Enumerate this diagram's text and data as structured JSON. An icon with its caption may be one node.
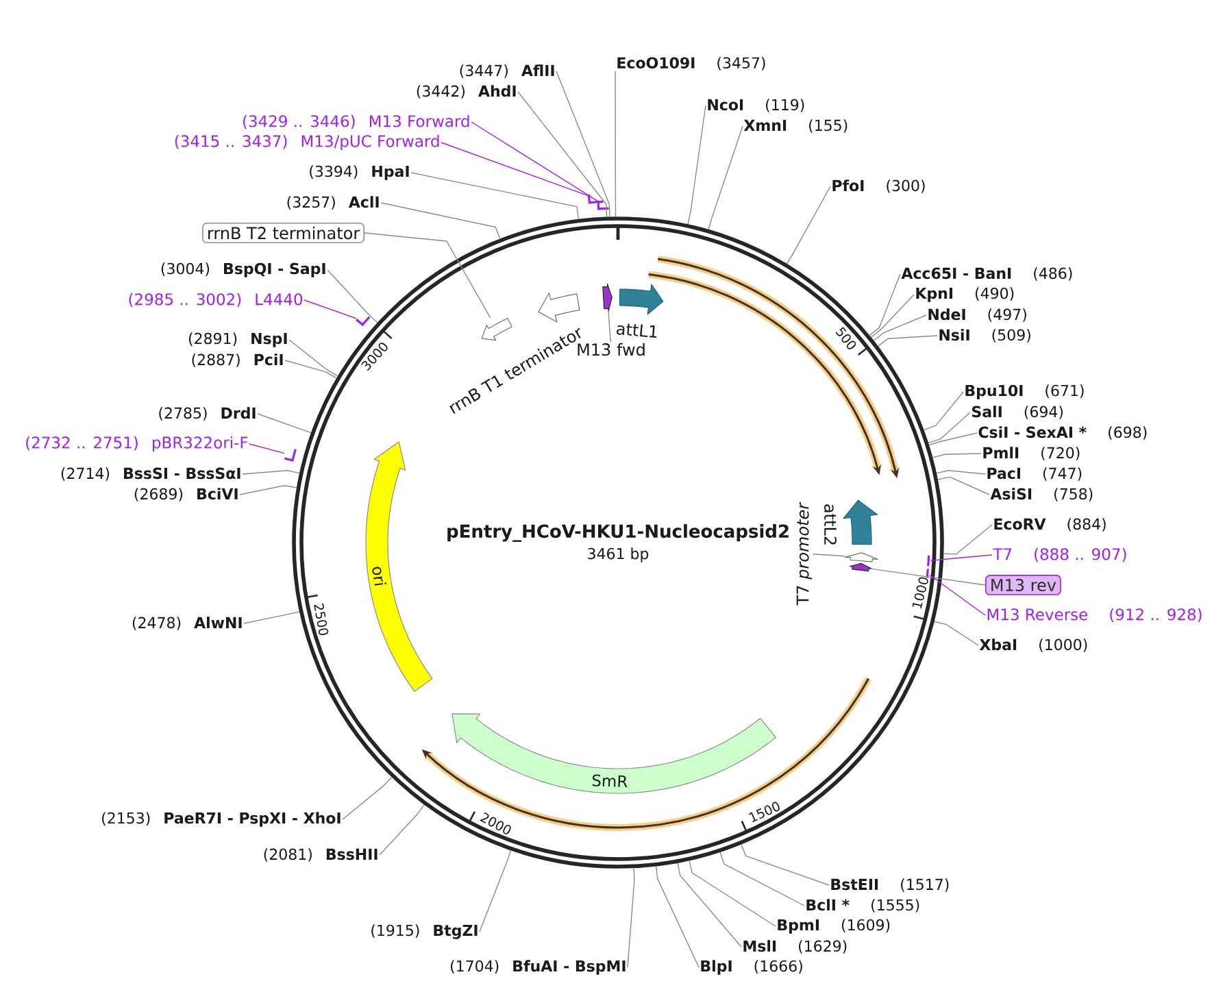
{
  "diagram": {
    "nodes": [
      {
        "text": [
          "pEntry_HCoV-HKU1-Nucleocapsid2",
          "3461 bp"
        ]
      },
      {
        "text": [],
        "shape": "arrow",
        "in": 0
      },
      {
        "text": [
          "attL1"
        ],
        "in": 0
      },
      {
        "text": [
          "rrnB T1 terminator"
        ],
        "in": 0
      },
      {
        "text": [],
        "shape": "arrow",
        "in": 0
      },
      {
        "text": [
          "M13 fwd"
        ],
        "in": 0
      },
      {
        "text": [
          "ori"
        ],
        "in": 0
      },
      {
        "text": [
          "attL2"
        ],
        "in": 0
      },
      {
        "text": [
          "T7 *promoter*"
        ],
        "in": 0
      },
      {
        "text": [],
        "shape": "arrow",
        "in": 0
      },
      {
        "text": [],
        "shape": "arrow",
        "in": 0
      },
      {
        "text": [
          "SmR"
        ],
        "in": 0
      },
      {
        "text": [
          "(3447)",
          "AflII"
        ]
      },
      {
        "text": [
          "EcoO109I",
          "(3457)"
        ]
      },
      {
        "text": [
          "(3442)",
          "AhdI"
        ]
      },
      {
        "text": [
          "NcoI",
          "(119)"
        ]
      },
      {
        "text": [
          "(3429 .. 3446)",
          "M13 Forward"
        ]
      },
      {
        "text": [
          "XmnI",
          "(155)"
        ]
      },
      {
        "text": [
          "(3415 .. 3437)",
          "M13/pUC Forward"
        ]
      },
      {
        "text": [
          "(3394)",
          "HpaI"
        ]
      },
      {
        "text": [
          "PfoI",
          "(300)"
        ]
      },
      {
        "text": [
          "(3257)",
          "AclI"
        ]
      },
      {
        "text": [
          "rrnB T2 terminator"
        ]
      },
      {
        "text": [
          "(3004)",
          "BspQI - SapI"
        ]
      },
      {
        "text": [
          "Acc65I - BanI",
          "(486)"
        ]
      },
      {
        "text": [
          "KpnI",
          "(490)"
        ]
      },
      {
        "text": [
          "(2985 .. 3002)",
          "L4440"
        ]
      },
      {
        "text": [
          "NdeI",
          "(497)"
        ]
      },
      {
        "text": [
          "NsiI",
          "(509)"
        ]
      },
      {
        "text": [
          "(2891)",
          "NspI"
        ]
      },
      {
        "text": [
          "(2887)",
          "PciI"
        ]
      },
      {
        "text": [
          "Bpu10I",
          "(671)"
        ]
      },
      {
        "text": [
          "SalI",
          "(694)"
        ]
      },
      {
        "text": [
          "(2785)",
          "DrdI"
        ]
      },
      {
        "text": [
          "CsiI - SexAI *",
          "(698)"
        ]
      },
      {
        "text": [
          "(2732 .. 2751)",
          "pBR322ori-F"
        ]
      },
      {
        "text": [
          "PmlI",
          "(720)"
        ]
      },
      {
        "text": [
          "(2714)",
          "BssSI - BssSαI"
        ]
      },
      {
        "text": [
          "PacI",
          "(747)"
        ]
      },
      {
        "text": [
          "(2689)",
          "BciVI"
        ]
      },
      {
        "text": [
          "AsiSI",
          "(758)"
        ]
      },
      {
        "text": [
          "EcoRV",
          "(884)"
        ]
      },
      {
        "text": [
          "T7",
          "(888 .. 907)"
        ]
      },
      {
        "text": [
          "M13 rev"
        ]
      },
      {
        "text": [
          "M13 Reverse",
          "(912 .. 928)"
        ]
      },
      {
        "text": [
          "(2478)",
          "AlwNI"
        ]
      },
      {
        "text": [
          "XbaI",
          "(1000)"
        ]
      },
      {
        "text": [
          "(2153)",
          "PaeR7I - PspXI - XhoI"
        ]
      },
      {
        "text": [
          "(2081)",
          "BssHII"
        ]
      },
      {
        "text": [
          "BstEII",
          "(1517)"
        ]
      },
      {
        "text": [
          "BclI *",
          "(1555)"
        ]
      },
      {
        "text": [
          "BpmI",
          "(1609)"
        ]
      },
      {
        "text": [
          "(1915)",
          "BtgZI"
        ]
      },
      {
        "text": [
          "MslI",
          "(1629)"
        ]
      },
      {
        "text": [
          "(1704)",
          "BfuAI - BspMI"
        ]
      },
      {
        "text": [
          "BlpI",
          "(1666)"
        ]
      },
      {
        "text": [],
        "shape": "bar"
      },
      {
        "text": [],
        "shape": "bar"
      },
      {
        "text": [],
        "shape": "bar"
      },
      {
        "text": [],
        "shape": "bar"
      },
      {
        "text": [],
        "shape": "bar",
        "in": 0
      },
      {
        "text": [],
        "shape": "bar",
        "in": 0
      }
    ],
    "edges": [
      {
        "from": 5,
        "to": 1,
        "arrow": "none"
      },
      {
        "from": 8,
        "to": 9,
        "arrow": "none"
      },
      {
        "from": 22,
        "to": 4,
        "arrow": "none"
      },
      {
        "from": 43,
        "to": 10,
        "arrow": "none"
      },
      {
        "from": 12,
        "to": 0,
        "arrow": "none"
      },
      {
        "from": 13,
        "to": 0,
        "arrow": "none"
      },
      {
        "from": 14,
        "to": 0,
        "arrow": "none"
      },
      {
        "from": 15,
        "to": 0,
        "arrow": "none"
      },
      {
        "from": 16,
        "to": 56,
        "arrow": "none",
        "color": "#a020f0"
      },
      {
        "from": 17,
        "to": 0,
        "arrow": "none"
      },
      {
        "from": 18,
        "to": 57,
        "arrow": "none",
        "color": "#a020f0"
      },
      {
        "from": 19,
        "to": 0,
        "arrow": "none"
      },
      {
        "from": 20,
        "to": 0,
        "arrow": "none"
      },
      {
        "from": 21,
        "to": 0,
        "arrow": "none"
      },
      {
        "from": 23,
        "to": 0,
        "arrow": "none"
      },
      {
        "from": 24,
        "to": 0,
        "arrow": "none"
      },
      {
        "from": 25,
        "to": 0,
        "arrow": "none"
      },
      {
        "from": 26,
        "to": 58,
        "arrow": "none",
        "color": "#a020f0"
      },
      {
        "from": 27,
        "to": 0,
        "arrow": "none"
      },
      {
        "from": 28,
        "to": 0,
        "arrow": "none"
      },
      {
        "from": 29,
        "to": 0,
        "arrow": "none"
      },
      {
        "from": 30,
        "to": 0,
        "arrow": "none"
      },
      {
        "from": 31,
        "to": 0,
        "arrow": "none"
      },
      {
        "from": 32,
        "to": 0,
        "arrow": "none"
      },
      {
        "from": 33,
        "to": 0,
        "arrow": "none"
      },
      {
        "from": 34,
        "to": 0,
        "arrow": "none"
      },
      {
        "from": 35,
        "to": 59,
        "arrow": "none",
        "color": "#a020f0"
      },
      {
        "from": 36,
        "to": 0,
        "arrow": "none"
      },
      {
        "from": 37,
        "to": 0,
        "arrow": "none"
      },
      {
        "from": 38,
        "to": 0,
        "arrow": "none"
      },
      {
        "from": 39,
        "to": 0,
        "arrow": "none"
      },
      {
        "from": 40,
        "to": 0,
        "arrow": "none"
      },
      {
        "from": 41,
        "to": 0,
        "arrow": "none"
      },
      {
        "from": 42,
        "to": 60,
        "arrow": "none",
        "color": "#a020f0"
      },
      {
        "from": 44,
        "to": 61,
        "arrow": "none",
        "color": "#a020f0"
      },
      {
        "from": 45,
        "to": 0,
        "arrow": "none"
      },
      {
        "from": 46,
        "to": 0,
        "arrow": "none"
      },
      {
        "from": 47,
        "to": 0,
        "arrow": "none"
      },
      {
        "from": 48,
        "to": 0,
        "arrow": "none"
      },
      {
        "from": 49,
        "to": 0,
        "arrow": "none"
      },
      {
        "from": 50,
        "to": 0,
        "arrow": "none"
      },
      {
        "from": 51,
        "to": 0,
        "arrow": "none"
      },
      {
        "from": 52,
        "to": 0,
        "arrow": "none"
      },
      {
        "from": 53,
        "to": 0,
        "arrow": "none"
      },
      {
        "from": 54,
        "to": 0,
        "arrow": "none"
      },
      {
        "from": 55,
        "to": 0,
        "arrow": "none"
      }
    ],
    "labels": [
      "500",
      "1000",
      "1500",
      "2000",
      "2500",
      "3000"
    ]
  }
}
